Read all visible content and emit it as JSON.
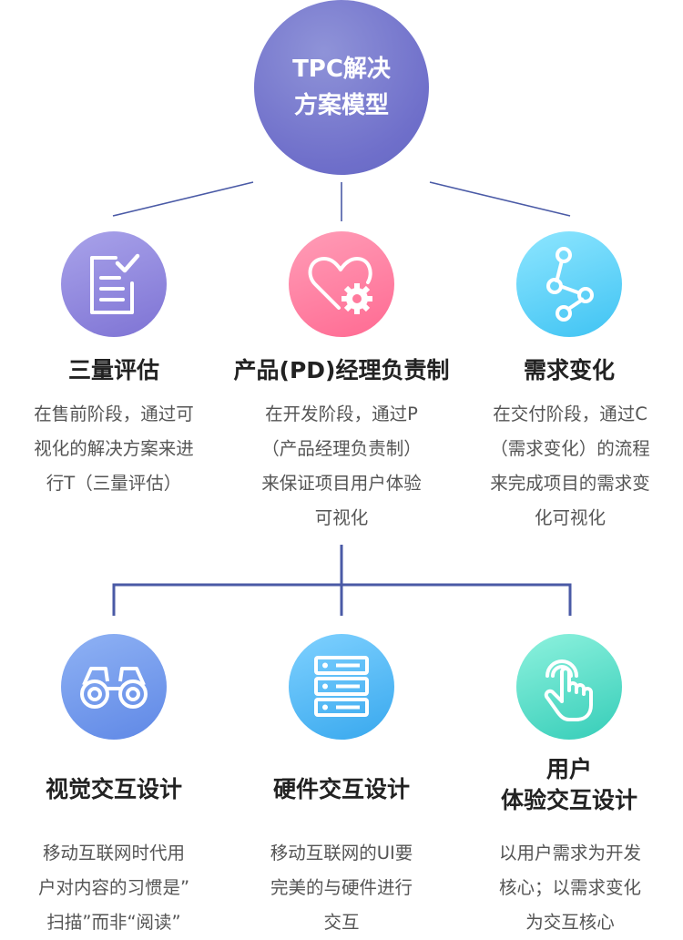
{
  "root": {
    "line1": "TPC解决",
    "line2": "方案模型"
  },
  "top_nodes": [
    {
      "title": "三量评估",
      "icon": "checklist-icon",
      "desc": [
        "在售前阶段，通过可",
        "视化的解决方案来进",
        "行T（三量评估）"
      ]
    },
    {
      "title": "产品(PD)经理负责制",
      "icon": "heart-gear-icon",
      "desc": [
        "在开发阶段，通过P",
        "（产品经理负责制）",
        "来保证项目用户体验",
        "可视化"
      ]
    },
    {
      "title": "需求变化",
      "icon": "nodes-link-icon",
      "desc": [
        "在交付阶段，通过C",
        "（需求变化）的流程",
        "来完成项目的需求变",
        "化可视化"
      ]
    }
  ],
  "bottom_nodes": [
    {
      "title_lines": [
        "视觉交互设计"
      ],
      "icon": "binoculars-icon",
      "desc": [
        "移动互联网时代用",
        "户对内容的习惯是”",
        "扫描”而非“阅读”"
      ]
    },
    {
      "title_lines": [
        "硬件交互设计"
      ],
      "icon": "server-icon",
      "desc": [
        "移动互联网的UI要",
        "完美的与硬件进行",
        "交互"
      ]
    },
    {
      "title_lines": [
        "用户",
        "体验交互设计"
      ],
      "icon": "touch-hand-icon",
      "desc": [
        "以用户需求为开发",
        "核心；以需求变化",
        "为交互核心"
      ]
    }
  ],
  "colors": {
    "connector": "#4a5aa6"
  }
}
